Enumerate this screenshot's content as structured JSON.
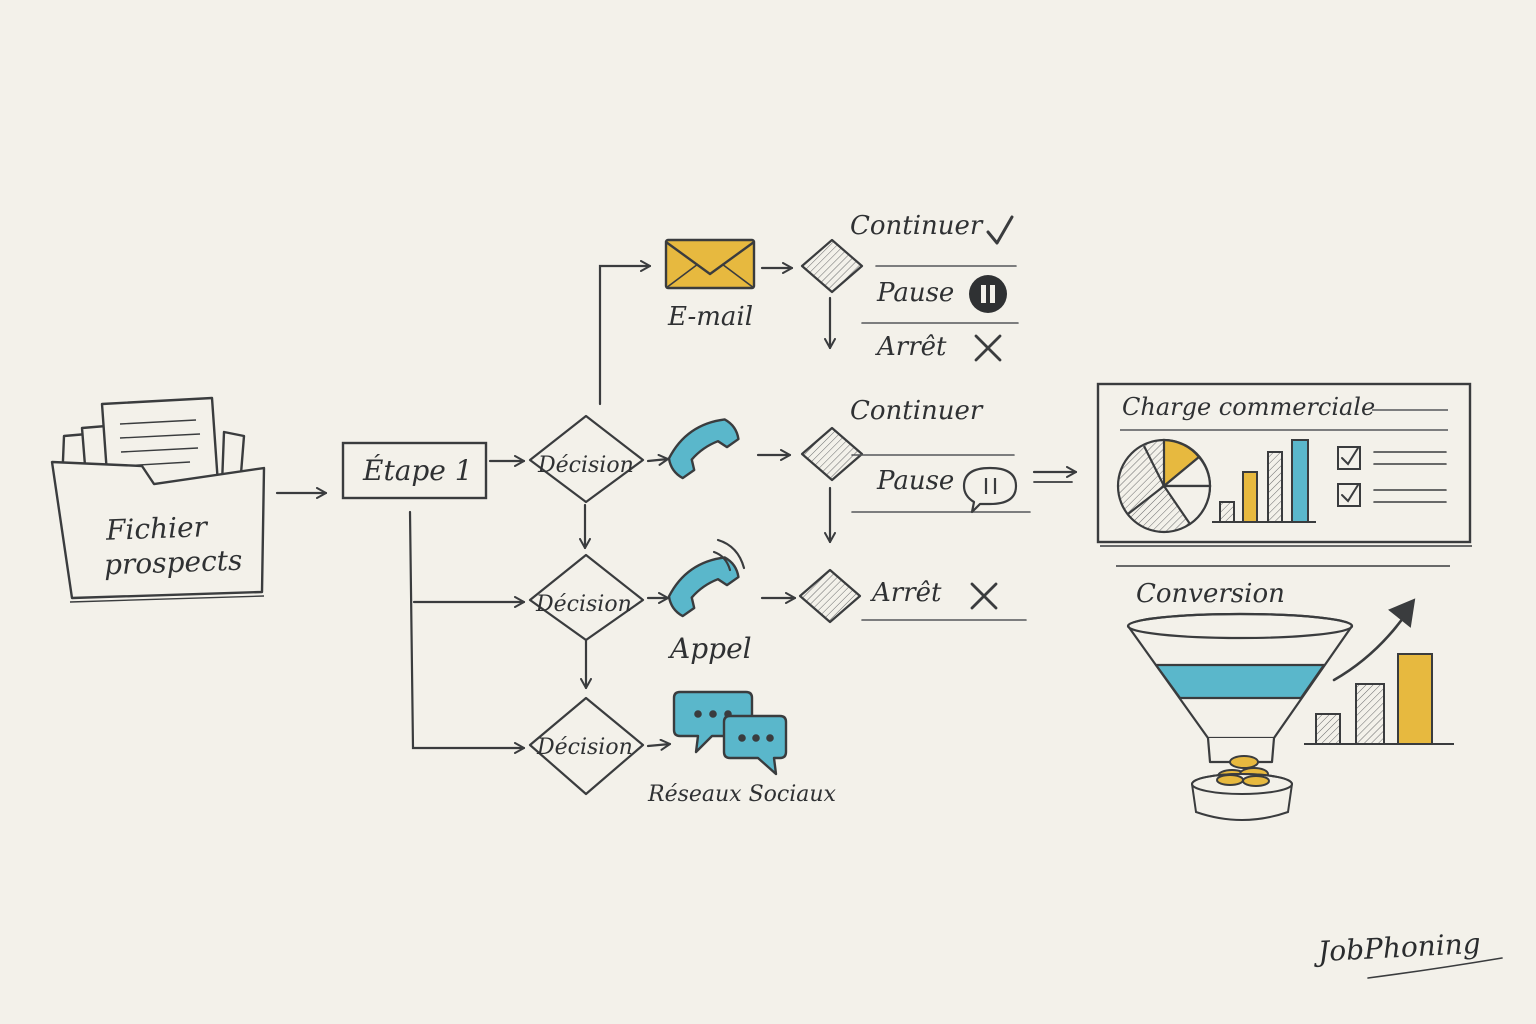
{
  "labels": {
    "source": [
      "Fichier",
      "prospects"
    ],
    "step": "Étape 1",
    "decision": "Décision",
    "email": "E-mail",
    "call": "Appel",
    "social": "Réseaux Sociaux",
    "continue": "Continuer",
    "pause": "Pause",
    "stop": "Arrêt",
    "dashboard_title": "Charge commerciale",
    "funnel_title": "Conversion",
    "brand": "JobPhoning"
  },
  "icons": {
    "source": "folder-of-documents-icon",
    "email": "envelope-icon",
    "call": "telephone-icon",
    "call_ringing": "ringing-telephone-icon",
    "social": "chat-bubbles-icon",
    "continue": "check-mark-icon",
    "pause": "pause-circle-icon",
    "pause_bubble": "pause-speech-bubble-icon",
    "stop": "cross-icon",
    "funnel": "conversion-funnel-icon",
    "coins": "coin-cup-icon",
    "growth": "growth-bar-chart-icon",
    "pie": "pie-chart-icon",
    "checklist": "checklist-icon"
  },
  "colors": {
    "background": "#f3f1ea",
    "ink": "#3a3c3e",
    "yellow": "#e7b93f",
    "teal": "#5ab7cb"
  }
}
